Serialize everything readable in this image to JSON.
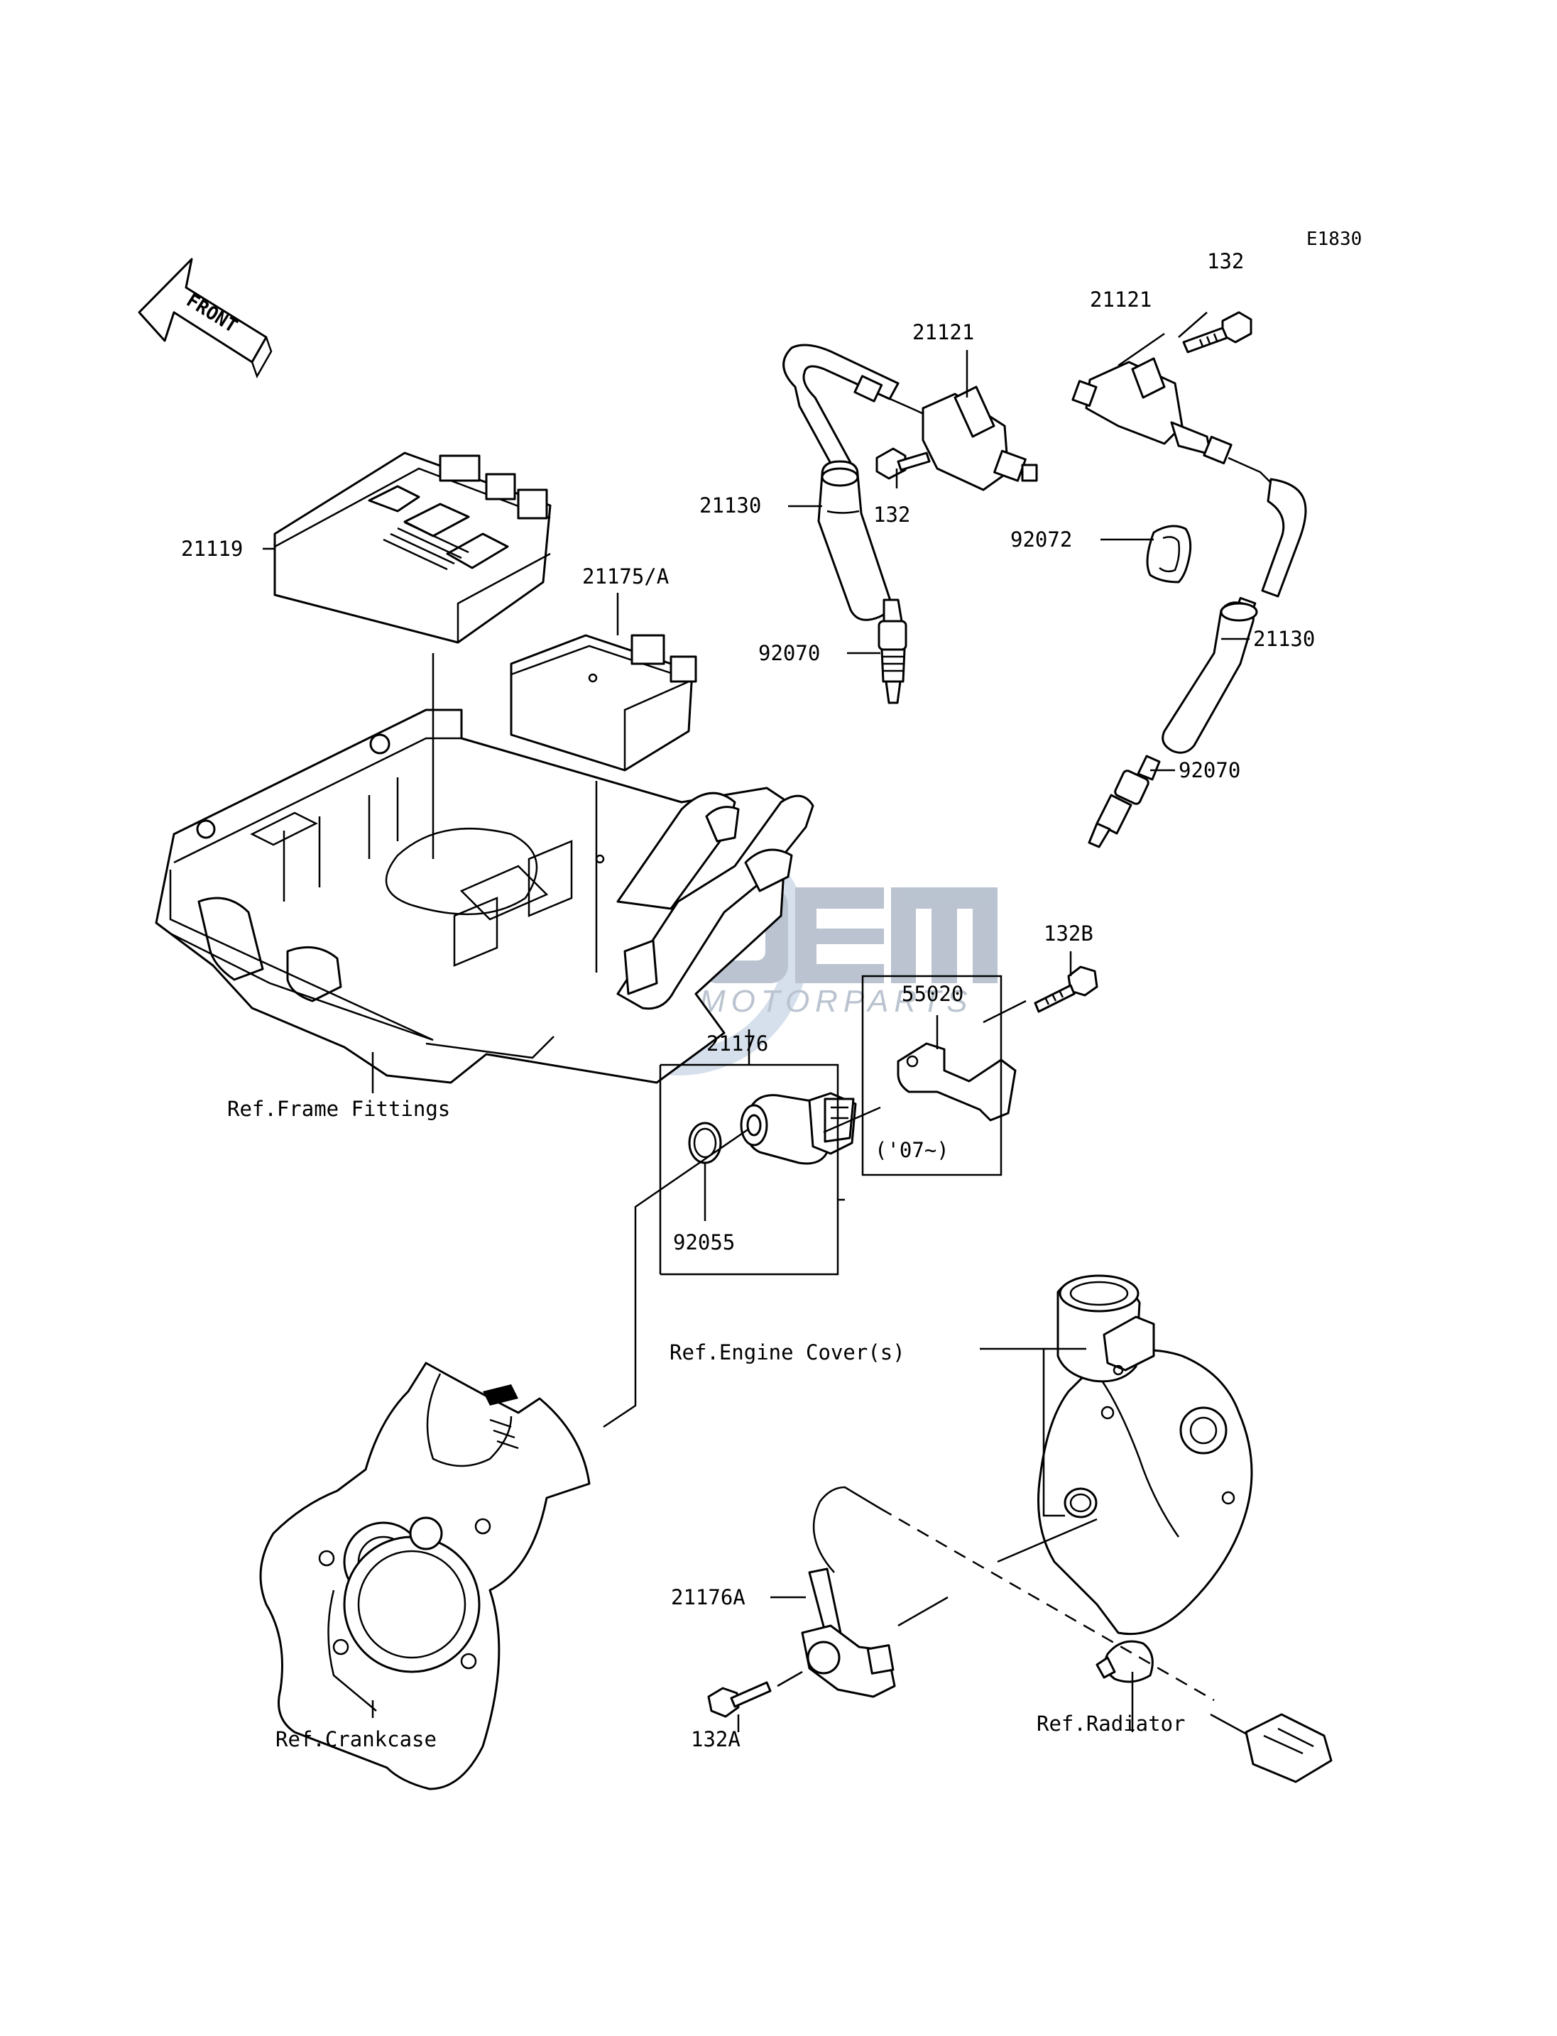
{
  "diagram_code": "E1830",
  "front_arrow_text": "FRONT",
  "watermark": {
    "brand": "oem",
    "tagline": "MOTORPARTS",
    "colors": {
      "globe": "#b9c9dd",
      "letters": "#9aa7b8"
    }
  },
  "labels": {
    "p132_top": "132",
    "p21121_right": "21121",
    "p21121_left": "21121",
    "p132_mid": "132",
    "p21130_left": "21130",
    "p21119": "21119",
    "p21175A": "21175/A",
    "p92070_left": "92070",
    "p92072": "92072",
    "p21130_right": "21130",
    "p92070_right": "92070",
    "p132B": "132B",
    "p55020": "55020",
    "p21176": "21176",
    "ref_frame": "Ref.Frame Fittings",
    "p07": "('07~)",
    "p92055": "92055",
    "ref_engine_cover": "Ref.Engine Cover(s)",
    "p21176A": "21176A",
    "p132A": "132A",
    "ref_crankcase": "Ref.Crankcase",
    "ref_radiator": "Ref.Radiator"
  }
}
